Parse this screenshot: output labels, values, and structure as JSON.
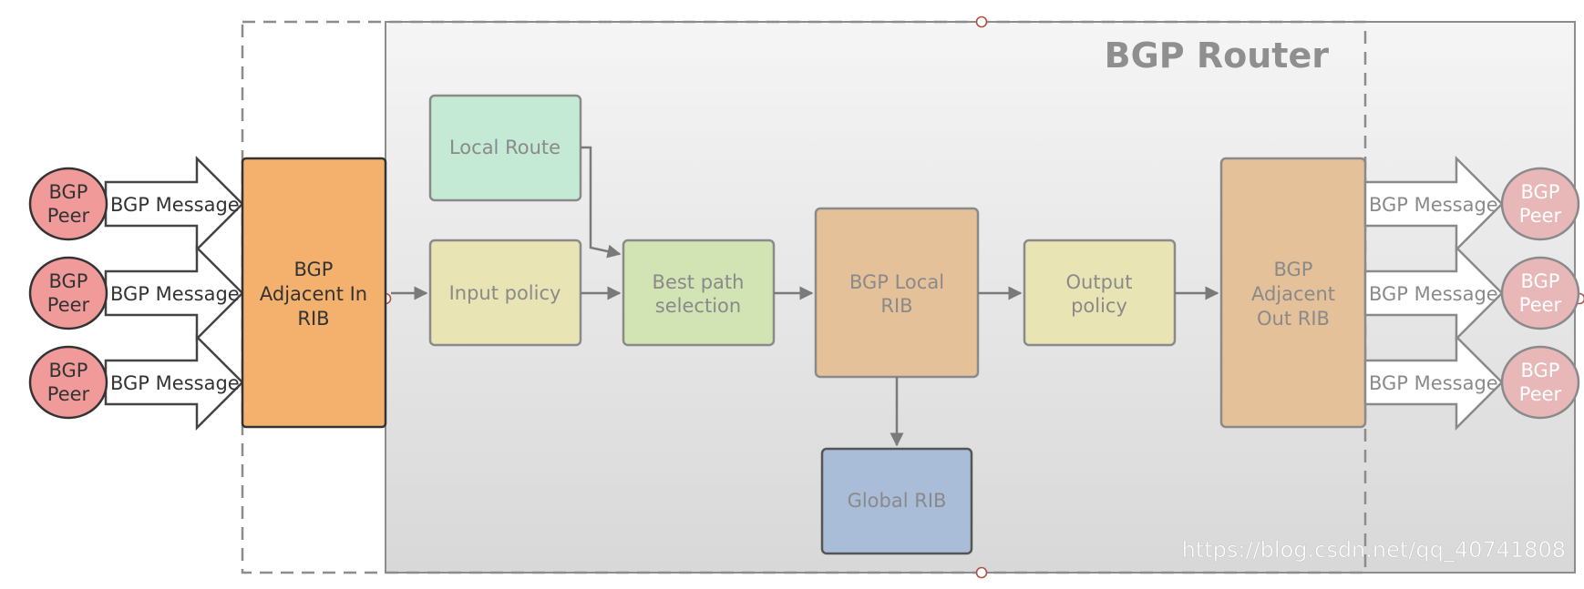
{
  "title": "BGP Router",
  "watermark": "https://blog.csdn.net/qq_40741808",
  "peers_left": [
    {
      "lines": [
        "BGP",
        "Peer"
      ],
      "message": "BGP Message"
    },
    {
      "lines": [
        "BGP",
        "Peer"
      ],
      "message": "BGP Message"
    },
    {
      "lines": [
        "BGP",
        "Peer"
      ],
      "message": "BGP Message"
    }
  ],
  "peers_right": [
    {
      "lines": [
        "BGP",
        "Peer"
      ],
      "message": "BGP Message"
    },
    {
      "lines": [
        "BGP",
        "Peer"
      ],
      "message": "BGP Message"
    },
    {
      "lines": [
        "BGP",
        "Peer"
      ],
      "message": "BGP Message"
    }
  ],
  "boxes": {
    "adj_in": {
      "lines": [
        "BGP",
        "Adjacent In",
        "RIB"
      ],
      "fill": "#f3b16d"
    },
    "local_route": {
      "lines": [
        "Local Route"
      ],
      "fill": "#c4ead6"
    },
    "input_policy": {
      "lines": [
        "Input policy"
      ],
      "fill": "#e8e4b4"
    },
    "best_path": {
      "lines": [
        "Best path",
        "selection"
      ],
      "fill": "#d2e3b4"
    },
    "local_rib": {
      "lines": [
        "BGP Local",
        "RIB"
      ],
      "fill": "#e5c19a"
    },
    "output_policy": {
      "lines": [
        "Output",
        "policy"
      ],
      "fill": "#e8e4b4"
    },
    "adj_out": {
      "lines": [
        "BGP",
        "Adjacent",
        "Out RIB"
      ],
      "fill": "#e5c19a"
    },
    "global_rib": {
      "lines": [
        "Global RIB"
      ],
      "fill": "#a9bdd8"
    }
  },
  "colors": {
    "peer_fill": "#f09a9a",
    "peer_fill_faded": "#e8b8b8",
    "router_bg_top": "#f4f4f4",
    "router_bg_bottom": "#d9d9d9",
    "arrow": "#7a7a7a"
  }
}
